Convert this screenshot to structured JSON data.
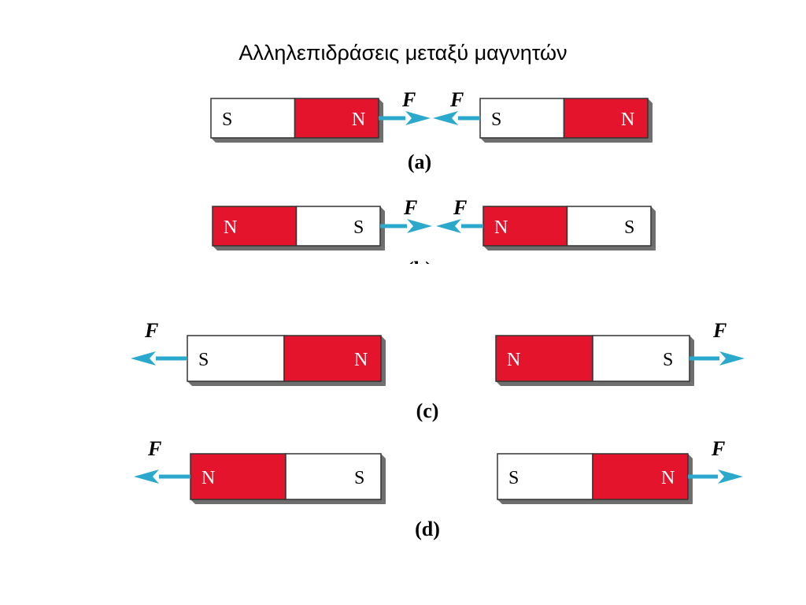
{
  "title": "Αλληλεπιδράσεις μεταξύ μαγνητών",
  "colors": {
    "north": "#e3142b",
    "south": "#ffffff",
    "arrow": "#2ba9cc",
    "edge": "#333333",
    "shade": "#6e6e6e"
  },
  "force_label": "F",
  "panels": [
    {
      "caption": "(a)",
      "left_magnet": [
        "S",
        "N"
      ],
      "right_magnet": [
        "S",
        "N"
      ]
    },
    {
      "caption": "(b)",
      "left_magnet": [
        "N",
        "S"
      ],
      "right_magnet": [
        "N",
        "S"
      ]
    },
    {
      "caption": "(c)",
      "left_magnet": [
        "S",
        "N"
      ],
      "right_magnet": [
        "N",
        "S"
      ]
    },
    {
      "caption": "(d)",
      "left_magnet": [
        "N",
        "S"
      ],
      "right_magnet": [
        "S",
        "N"
      ]
    }
  ]
}
